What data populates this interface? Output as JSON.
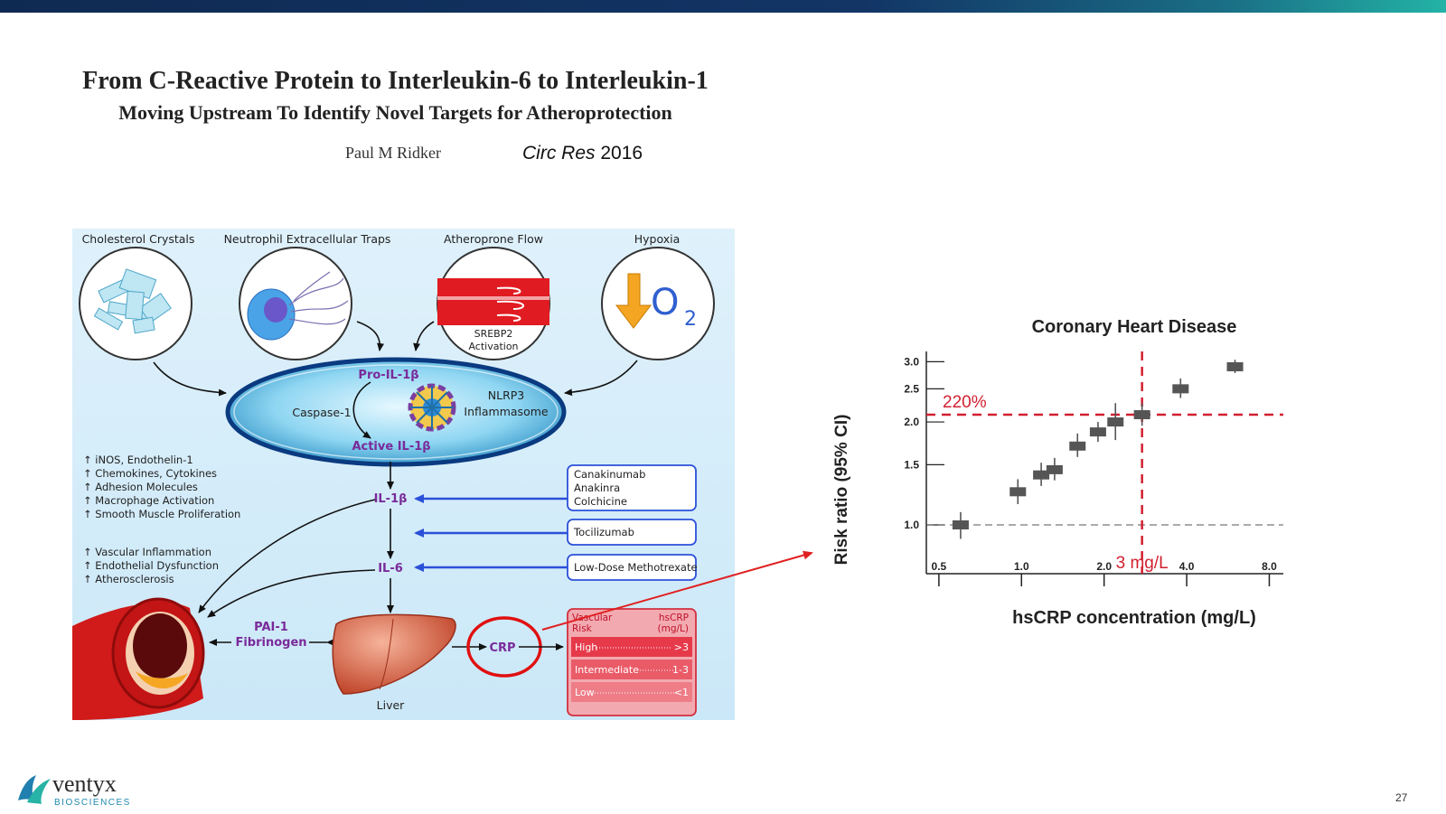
{
  "header": {
    "title": "From C-Reactive Protein to Interleukin-6 to Interleukin-1",
    "subtitle": "Moving Upstream To Identify Novel Targets for Atheroprotection",
    "author": "Paul M Ridker",
    "journal_name": "Circ Res",
    "journal_year": "2016"
  },
  "diagram": {
    "triggers": [
      "Cholesterol Crystals",
      "Neutrophil Extracellular Traps",
      "Atheroprone Flow",
      "Hypoxia"
    ],
    "srebp": [
      "SREBP2",
      "Activation"
    ],
    "o2": "O",
    "o2_sub": "2",
    "pro_il1b": "Pro-IL-1β",
    "caspase": "Caspase-1",
    "nlrp3": "NLRP3",
    "inflammasome": "Inflammasome",
    "active_il1b": "Active IL-1β",
    "il1b": "IL-1β",
    "il6": "IL-6",
    "crp": "CRP",
    "liver": "Liver",
    "pai1": "PAI-1",
    "fibrinogen": "Fibrinogen",
    "effects1": [
      "iNOS, Endothelin-1",
      "Chemokines, Cytokines",
      "Adhesion Molecules",
      "Macrophage Activation",
      "Smooth Muscle Proliferation"
    ],
    "effects2": [
      "Vascular Inflammation",
      "Endothelial Dysfunction",
      "Atherosclerosis"
    ],
    "drugs_il1b": [
      "Canakinumab",
      "Anakinra",
      "Colchicine"
    ],
    "drug_tocilizumab": "Tocilizumab",
    "drug_methotrexate": "Low-Dose Methotrexate",
    "risk_table": {
      "col1": [
        "Vascular",
        "Risk"
      ],
      "col2": [
        "hsCRP",
        "(mg/L)"
      ],
      "rows": [
        {
          "label": "High",
          "value": ">3"
        },
        {
          "label": "Intermediate",
          "value": "1-3"
        },
        {
          "label": "Low",
          "value": "<1"
        }
      ]
    }
  },
  "chart_data": {
    "type": "scatter",
    "title": "Coronary Heart Disease",
    "xlabel": "hsCRP concentration (mg/L)",
    "ylabel": "Risk ratio (95% CI)",
    "x_scale": "log",
    "y_scale": "log",
    "xlim": [
      0.45,
      9.0
    ],
    "ylim": [
      0.72,
      3.1
    ],
    "x_ticks": [
      0.5,
      1.0,
      2.0,
      4.0,
      8.0
    ],
    "x_tick_labels": [
      "0.5",
      "1.0",
      "2.0",
      "4.0",
      "8.0"
    ],
    "y_ticks": [
      1.0,
      1.5,
      2.0,
      2.5,
      3.0
    ],
    "y_tick_labels": [
      "1.0",
      "1.5",
      "2.0",
      "2.5",
      "3.0"
    ],
    "points": [
      {
        "x": 0.6,
        "y": 1.0,
        "lo": 0.91,
        "hi": 1.09
      },
      {
        "x": 0.97,
        "y": 1.25,
        "lo": 1.15,
        "hi": 1.36
      },
      {
        "x": 1.18,
        "y": 1.4,
        "lo": 1.3,
        "hi": 1.52
      },
      {
        "x": 1.32,
        "y": 1.45,
        "lo": 1.35,
        "hi": 1.57
      },
      {
        "x": 1.6,
        "y": 1.7,
        "lo": 1.58,
        "hi": 1.85
      },
      {
        "x": 1.9,
        "y": 1.87,
        "lo": 1.75,
        "hi": 2.0
      },
      {
        "x": 2.2,
        "y": 2.0,
        "lo": 1.77,
        "hi": 2.27
      },
      {
        "x": 2.75,
        "y": 2.1,
        "lo": 1.95,
        "hi": 2.27
      },
      {
        "x": 3.8,
        "y": 2.5,
        "lo": 2.35,
        "hi": 2.68
      },
      {
        "x": 6.0,
        "y": 2.9,
        "lo": 2.78,
        "hi": 3.04
      }
    ],
    "hline": {
      "y": 2.1,
      "label": "220%",
      "color": "#d22030"
    },
    "vline": {
      "x": 2.75,
      "label": "3 mg/L",
      "color": "#d22030"
    },
    "ref_line": {
      "y": 1.0
    },
    "grid": false,
    "colors": {
      "marker": "#555555",
      "annotation": "#d22030"
    }
  },
  "footer": {
    "logo_name": "ventyx",
    "logo_sub": "BIOSCIENCES",
    "page": "27"
  }
}
